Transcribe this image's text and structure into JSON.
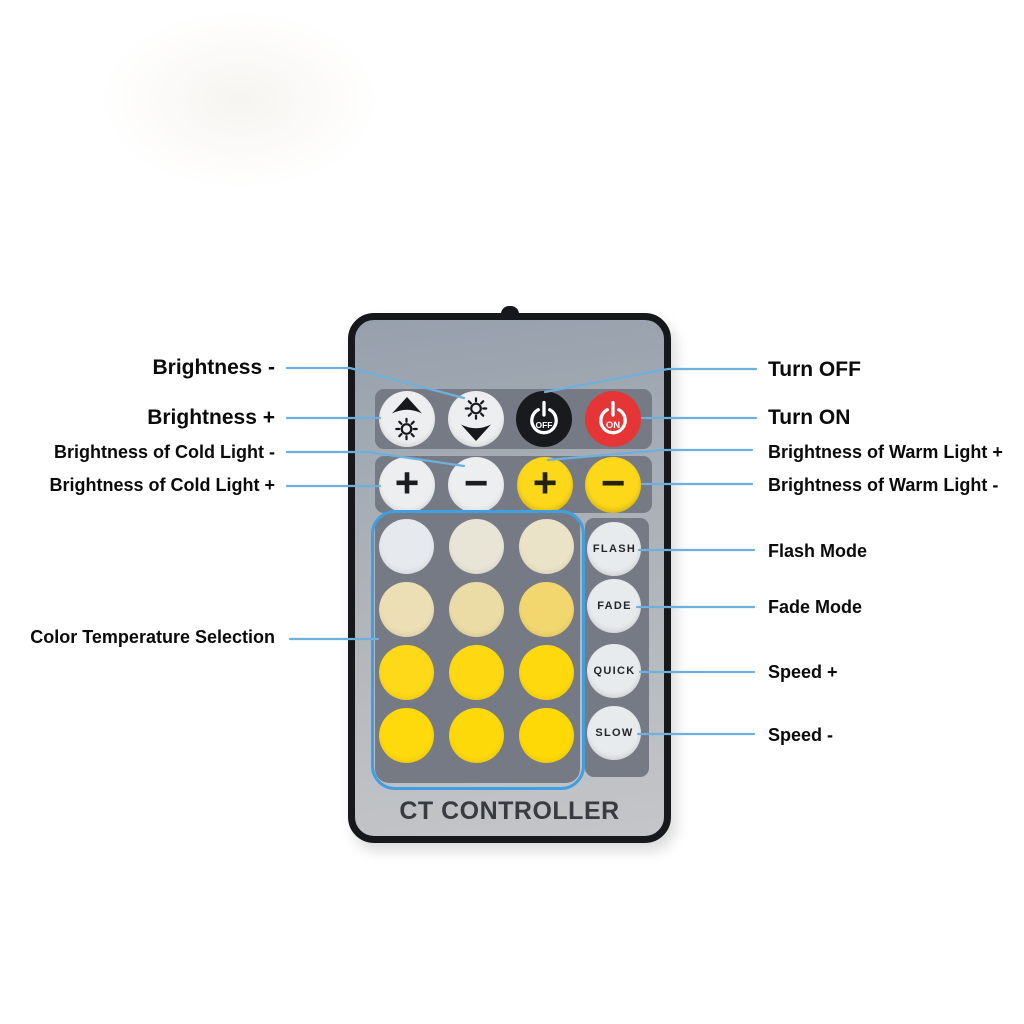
{
  "diagram": {
    "device_label": "CT CONTROLLER"
  },
  "remote": {
    "power": {
      "off_label": "OFF",
      "on_label": "ON"
    },
    "cold_light": {
      "plus_label": "+",
      "minus_label": "−"
    },
    "warm_light": {
      "plus_label": "+",
      "minus_label": "−"
    },
    "modes": [
      "FLASH",
      "FADE",
      "QUICK",
      "SLOW"
    ],
    "color_temperature_grid": {
      "rows": 4,
      "cols": 3,
      "colors": [
        "#e6e9ed",
        "#e8e5d7",
        "#ebe3c7",
        "#ecdfb5",
        "#ebdba4",
        "#f2d66e",
        "#fed919",
        "#fed912",
        "#fed90e",
        "#fed90c",
        "#fed90a",
        "#fed906"
      ]
    }
  },
  "annotations": {
    "left": [
      "Brightness -",
      "Brightness +",
      "Brightness of Cold Light -",
      "Brightness of Cold Light +",
      "Color Temperature Selection"
    ],
    "right": [
      "Turn OFF",
      "Turn ON",
      "Brightness of Warm Light +",
      "Brightness of Warm Light -",
      "Flash Mode",
      "Fade Mode",
      "Speed +",
      "Speed -"
    ]
  },
  "colors": {
    "annotation_line": "#6eb0dd",
    "grid_outline": "#3f9fe0",
    "on_button": "#e53536",
    "off_button": "#191a1e",
    "yellow_button": "#fcd71a",
    "white_button": "#eceef0",
    "panel": "#757a84"
  }
}
